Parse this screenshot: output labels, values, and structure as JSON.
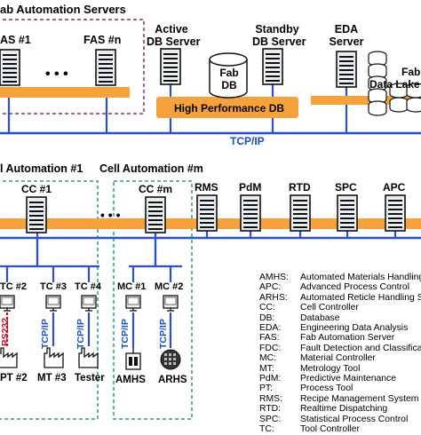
{
  "labels": {
    "fab_servers": "ab Automation Servers",
    "fas1": "AS #1",
    "fasn": "FAS #n",
    "dots_top": "• • •",
    "active_db": [
      "Active",
      "DB Server"
    ],
    "standby_db": [
      "Standby",
      "DB Server"
    ],
    "fab_db": [
      "Fab",
      "DB"
    ],
    "eda": [
      "EDA",
      "Server"
    ],
    "fab_data_lake": [
      "Fab",
      "Data Lake"
    ],
    "hpdb": "High Performance DB",
    "tcpip": "TCP/IP",
    "cell1": "l Automation #1",
    "cellm": "Cell Automation #m",
    "cc1": "CC #1",
    "ccm": "CC #m",
    "rms": "RMS",
    "pdm": "PdM",
    "rtd": "RTD",
    "spc": "SPC",
    "apc": "APC",
    "dots_mid": "• • •",
    "tc2": "TC #2",
    "tc3": "TC #3",
    "tc4": "TC #4",
    "mc1": "MC #1",
    "mc2": "MC #2",
    "rs232": "RS232",
    "tcpip_v": "TCP/IP",
    "pt2": "PT #2",
    "mt3": "MT #3",
    "tester": "Tester",
    "amhs": "AMHS",
    "arhs": "ARHS"
  },
  "legend": [
    {
      "key": "AMHS:",
      "value": "Automated Materials Handling"
    },
    {
      "key": "APC:",
      "value": "Advanced Process Control"
    },
    {
      "key": "ARHS:",
      "value": "Automated Reticle Handling S"
    },
    {
      "key": "CC:",
      "value": "Cell Controller"
    },
    {
      "key": "DB:",
      "value": "Database"
    },
    {
      "key": "EDA:",
      "value": "Engineering Data Analysis"
    },
    {
      "key": "FAS:",
      "value": "Fab Automation Server"
    },
    {
      "key": "FDC:",
      "value": "Fault Detection and Classifica"
    },
    {
      "key": "MC:",
      "value": "Material Controller"
    },
    {
      "key": "MT:",
      "value": "Metrology Tool"
    },
    {
      "key": "PdM:",
      "value": "Predictive Maintenance"
    },
    {
      "key": "PT:",
      "value": "Process Tool"
    },
    {
      "key": "RMS:",
      "value": "Recipe Management System"
    },
    {
      "key": "RTD:",
      "value": "Realtime Dispatching"
    },
    {
      "key": "SPC:",
      "value": "Statistical Process Control"
    },
    {
      "key": "TC:",
      "value": "Tool Controller"
    }
  ],
  "colors": {
    "bus_orange": "#f6a23c",
    "bus_blue": "#2a4fd6",
    "group_purple": "#8b2f6e",
    "group_teal": "#2a9b8c",
    "server_fill": "#e9eef0",
    "rs232_red": "#c0122a"
  }
}
